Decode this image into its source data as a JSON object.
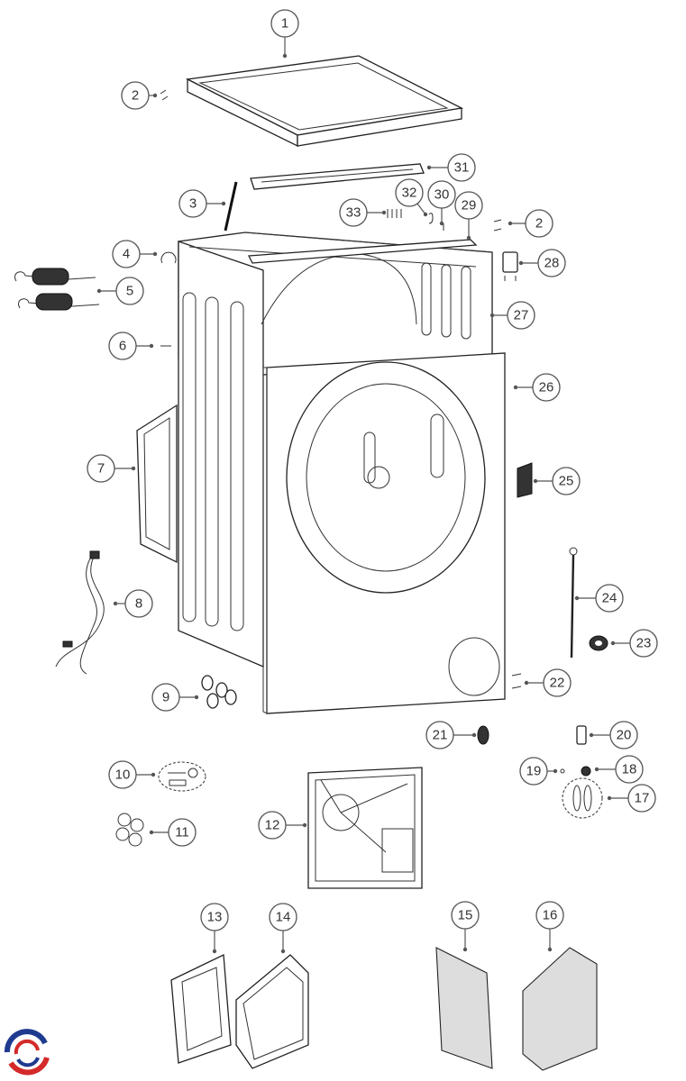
{
  "diagram": {
    "callouts": [
      {
        "id": "1",
        "label": "1"
      },
      {
        "id": "2a",
        "label": "2"
      },
      {
        "id": "2b",
        "label": "2"
      },
      {
        "id": "3",
        "label": "3"
      },
      {
        "id": "4",
        "label": "4"
      },
      {
        "id": "5",
        "label": "5"
      },
      {
        "id": "6",
        "label": "6"
      },
      {
        "id": "7",
        "label": "7"
      },
      {
        "id": "8",
        "label": "8"
      },
      {
        "id": "9",
        "label": "9"
      },
      {
        "id": "10",
        "label": "10"
      },
      {
        "id": "11",
        "label": "11"
      },
      {
        "id": "12",
        "label": "12"
      },
      {
        "id": "13",
        "label": "13"
      },
      {
        "id": "14",
        "label": "14"
      },
      {
        "id": "15",
        "label": "15"
      },
      {
        "id": "16",
        "label": "16"
      },
      {
        "id": "17",
        "label": "17"
      },
      {
        "id": "18",
        "label": "18"
      },
      {
        "id": "19",
        "label": "19"
      },
      {
        "id": "20",
        "label": "20"
      },
      {
        "id": "21",
        "label": "21"
      },
      {
        "id": "22",
        "label": "22"
      },
      {
        "id": "23",
        "label": "23"
      },
      {
        "id": "24",
        "label": "24"
      },
      {
        "id": "25",
        "label": "25"
      },
      {
        "id": "26",
        "label": "26"
      },
      {
        "id": "27",
        "label": "27"
      },
      {
        "id": "28",
        "label": "28"
      },
      {
        "id": "29",
        "label": "29"
      },
      {
        "id": "30",
        "label": "30"
      },
      {
        "id": "31",
        "label": "31"
      },
      {
        "id": "32",
        "label": "32"
      },
      {
        "id": "33",
        "label": "33"
      }
    ]
  },
  "logo": {
    "icon": "brand-logo-icon",
    "colors": [
      "#1f3b8f",
      "#d42a2a"
    ]
  }
}
